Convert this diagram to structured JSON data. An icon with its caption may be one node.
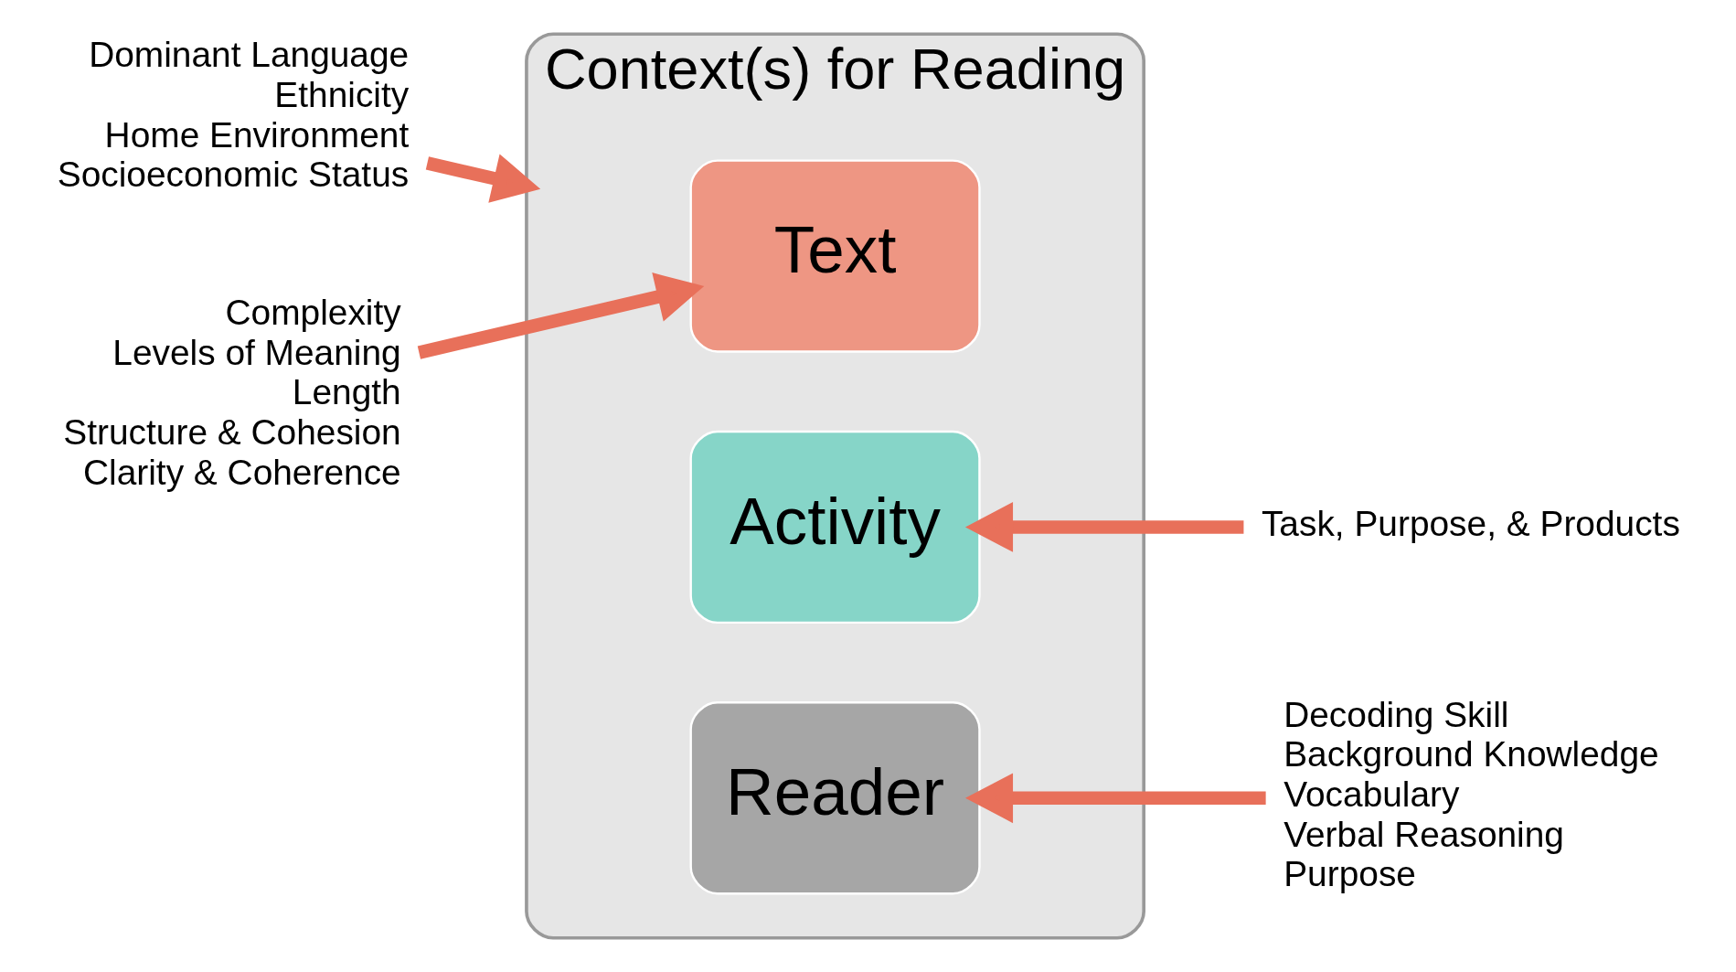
{
  "diagram": {
    "nodes": [
      {
        "text": [
          "Context(s) for Reading"
        ]
      },
      {
        "text": [
          "Text"
        ],
        "in": 0
      },
      {
        "text": [
          "Activity"
        ],
        "in": 0
      },
      {
        "text": [
          "Reader"
        ],
        "in": 0
      },
      {
        "text": [
          "Dominant Language",
          "Ethnicity",
          "Home Environment",
          "Socioeconomic Status"
        ]
      },
      {
        "text": [
          "Task, Purpose, & Products"
        ]
      },
      {
        "text": [
          "Complexity",
          "Levels of Meaning",
          "Length",
          "Structure & Cohesion",
          "Clarity & Coherence"
        ]
      },
      {
        "text": [
          "Decoding Skill",
          "Background Knowledge",
          "Vocabulary",
          "Verbal Reasoning",
          "Purpose"
        ]
      }
    ],
    "edges": [
      {
        "from": 4,
        "to": 0,
        "arrow": "to"
      },
      {
        "from": 5,
        "to": 2,
        "arrow": "to"
      },
      {
        "from": 6,
        "to": 1,
        "arrow": "to"
      },
      {
        "from": 7,
        "to": 3,
        "arrow": "to"
      }
    ]
  }
}
